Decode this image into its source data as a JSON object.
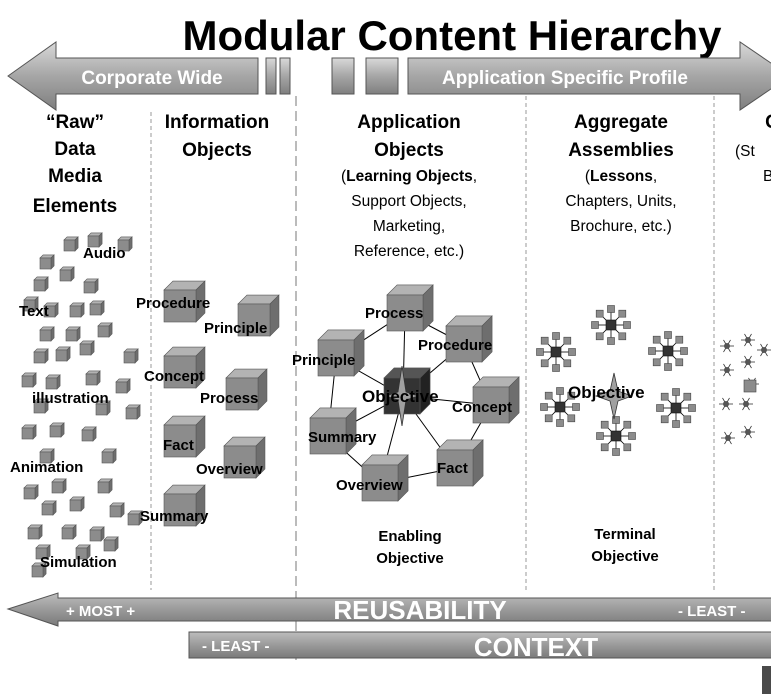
{
  "title": "Modular Content Hierarchy",
  "top_arrow": {
    "left_label": "Corporate Wide",
    "right_label": "Application Specific Profile"
  },
  "columns": [
    {
      "lines": [
        "“Raw”",
        "Data",
        "Media",
        "Elements"
      ]
    },
    {
      "lines": [
        "Information",
        "Objects"
      ]
    },
    {
      "lines": [
        "Application",
        "Objects"
      ],
      "sub_bold": "Learning Objects",
      "sub_lines": [
        "(Learning Objects,",
        "Support Objects,",
        "Marketing,",
        "Reference, etc.)"
      ]
    },
    {
      "lines": [
        "Aggregate",
        "Assemblies"
      ],
      "sub_bold": "Lessons",
      "sub_lines": [
        "(Lessons,",
        "Chapters, Units,",
        "Brochure, etc.)"
      ]
    },
    {
      "lines": [
        "C"
      ],
      "sub_lines": [
        "(St",
        "B"
      ]
    }
  ],
  "raw_labels": [
    "Audio",
    "Text",
    "illustration",
    "Animation",
    "Simulation"
  ],
  "info_labels": [
    "Procedure",
    "Principle",
    "Concept",
    "Process",
    "Fact",
    "Overview",
    "Summary"
  ],
  "app_labels": [
    "Process",
    "Procedure",
    "Principle",
    "Objective",
    "Concept",
    "Summary",
    "Fact",
    "Overview"
  ],
  "agg_center": "Objective",
  "captions": {
    "enabling": [
      "Enabling",
      "Objective"
    ],
    "terminal": [
      "Terminal",
      "Objective"
    ]
  },
  "reusability": {
    "label": "REUSABILITY",
    "most": "+ MOST +",
    "least": "- LEAST -"
  },
  "context": {
    "label": "CONTEXT",
    "least": "- LEAST -"
  },
  "colors": {
    "cube_front": "#8c8c8c",
    "cube_top": "#b3b3b3",
    "cube_side": "#6e6e6e",
    "arrow": "#909090"
  }
}
